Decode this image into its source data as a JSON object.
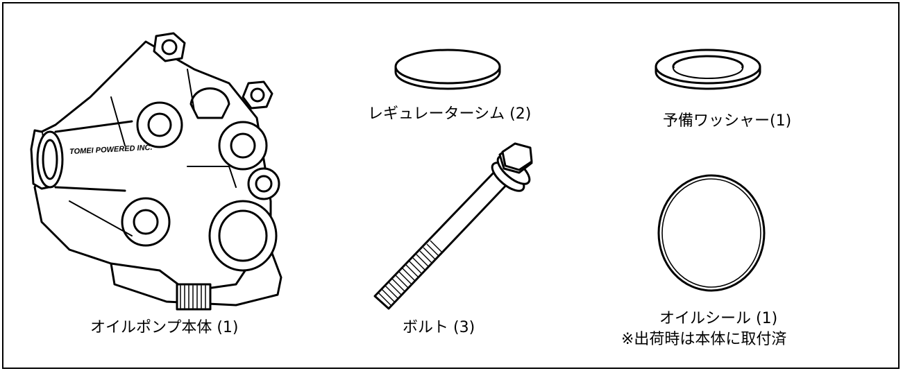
{
  "parts": {
    "oil_pump": {
      "label": "オイルポンプ本体 (1)",
      "logo_text": "TOMEI POWERED INC."
    },
    "shim": {
      "label": "レギュレーターシム (2)"
    },
    "bolt": {
      "label": "ボルト (3)"
    },
    "washer": {
      "label": "予備ワッシャー(1)"
    },
    "oil_seal": {
      "label": "オイルシール (1)",
      "note": "※出荷時は本体に取付済"
    }
  }
}
